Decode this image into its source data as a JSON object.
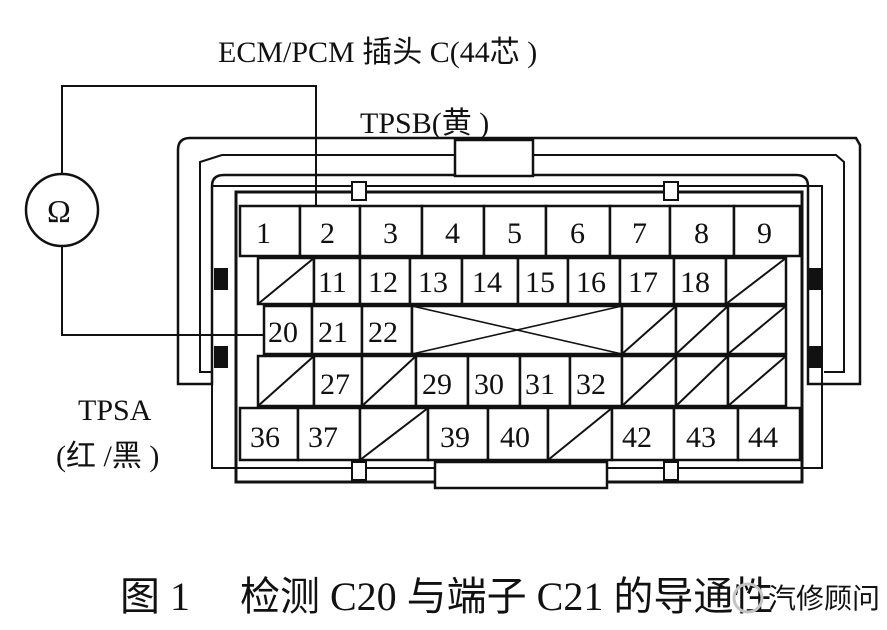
{
  "labels": {
    "connector_title": "ECM/PCM 插头 C(44芯 )",
    "tpsb": "TPSB(黄 )",
    "tpsa_line1": "TPSA",
    "tpsa_line2": "(红 /黑 )",
    "meter_symbol": "Ω"
  },
  "caption": {
    "figure": "图 1",
    "text": "检测 C20 与端子 C21 的导通性"
  },
  "watermark": "汽修顾问",
  "pins": {
    "row1": [
      "1",
      "2",
      "3",
      "4",
      "5",
      "6",
      "7",
      "8",
      "9"
    ],
    "row2": [
      "",
      "11",
      "12",
      "13",
      "14",
      "15",
      "16",
      "17",
      "18",
      ""
    ],
    "row3": [
      "20",
      "21",
      "22",
      "",
      "",
      ""
    ],
    "row4": [
      "",
      "27",
      "",
      "29",
      "30",
      "31",
      "32",
      "",
      "",
      ""
    ],
    "row5": [
      "36",
      "37",
      "",
      "39",
      "40",
      "",
      "42",
      "43",
      "44"
    ]
  }
}
